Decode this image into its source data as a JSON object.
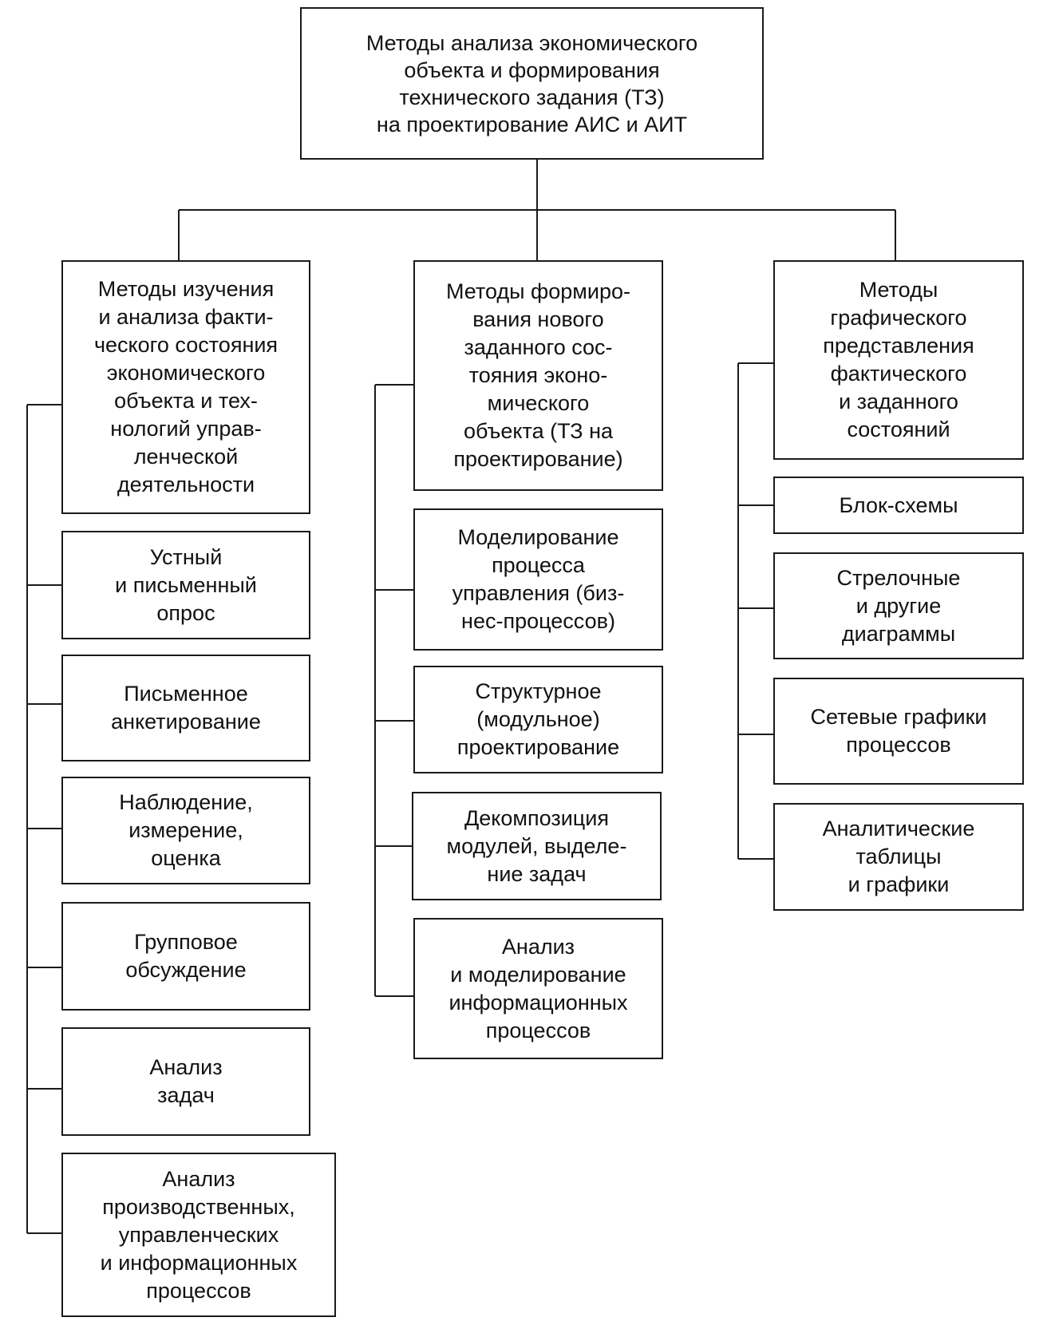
{
  "diagram": {
    "root": "Методы анализа экономического\nобъекта и формирования\nтехнического задания (ТЗ)\nна проектирование АИС и АИТ",
    "branches": [
      {
        "title": "Методы изучения\nи анализа факти-\nческого состояния\nэкономического\nобъекта и тех-\nнологий управ-\nленческой\nдеятельности",
        "items": [
          "Устный\nи письменный\nопрос",
          "Письменное\nанкетирование",
          "Наблюдение,\nизмерение,\nоценка",
          "Групповое\nобсуждение",
          "Анализ\nзадач",
          "Анализ\nпроизводственных,\nуправленческих\nи информационных\nпроцессов"
        ]
      },
      {
        "title": "Методы формиро-\nвания нового\nзаданного сос-\nтояния эконо-\nмического\nобъекта (ТЗ на\nпроектирование)",
        "items": [
          "Моделирование\nпроцесса\nуправления (биз-\nнес-процессов)",
          "Структурное\n(модульное)\nпроектирование",
          "Декомпозиция\nмодулей, выделе-\nние задач",
          "Анализ\nи моделирование\nинформационных\nпроцессов"
        ]
      },
      {
        "title": "Методы\nграфического\nпредставления\nфактического\nи заданного\nсостояний",
        "items": [
          "Блок-схемы",
          "Стрелочные\nи другие\nдиаграммы",
          "Сетевые графики\nпроцессов",
          "Аналитические\nтаблицы\nи графики"
        ]
      }
    ]
  }
}
